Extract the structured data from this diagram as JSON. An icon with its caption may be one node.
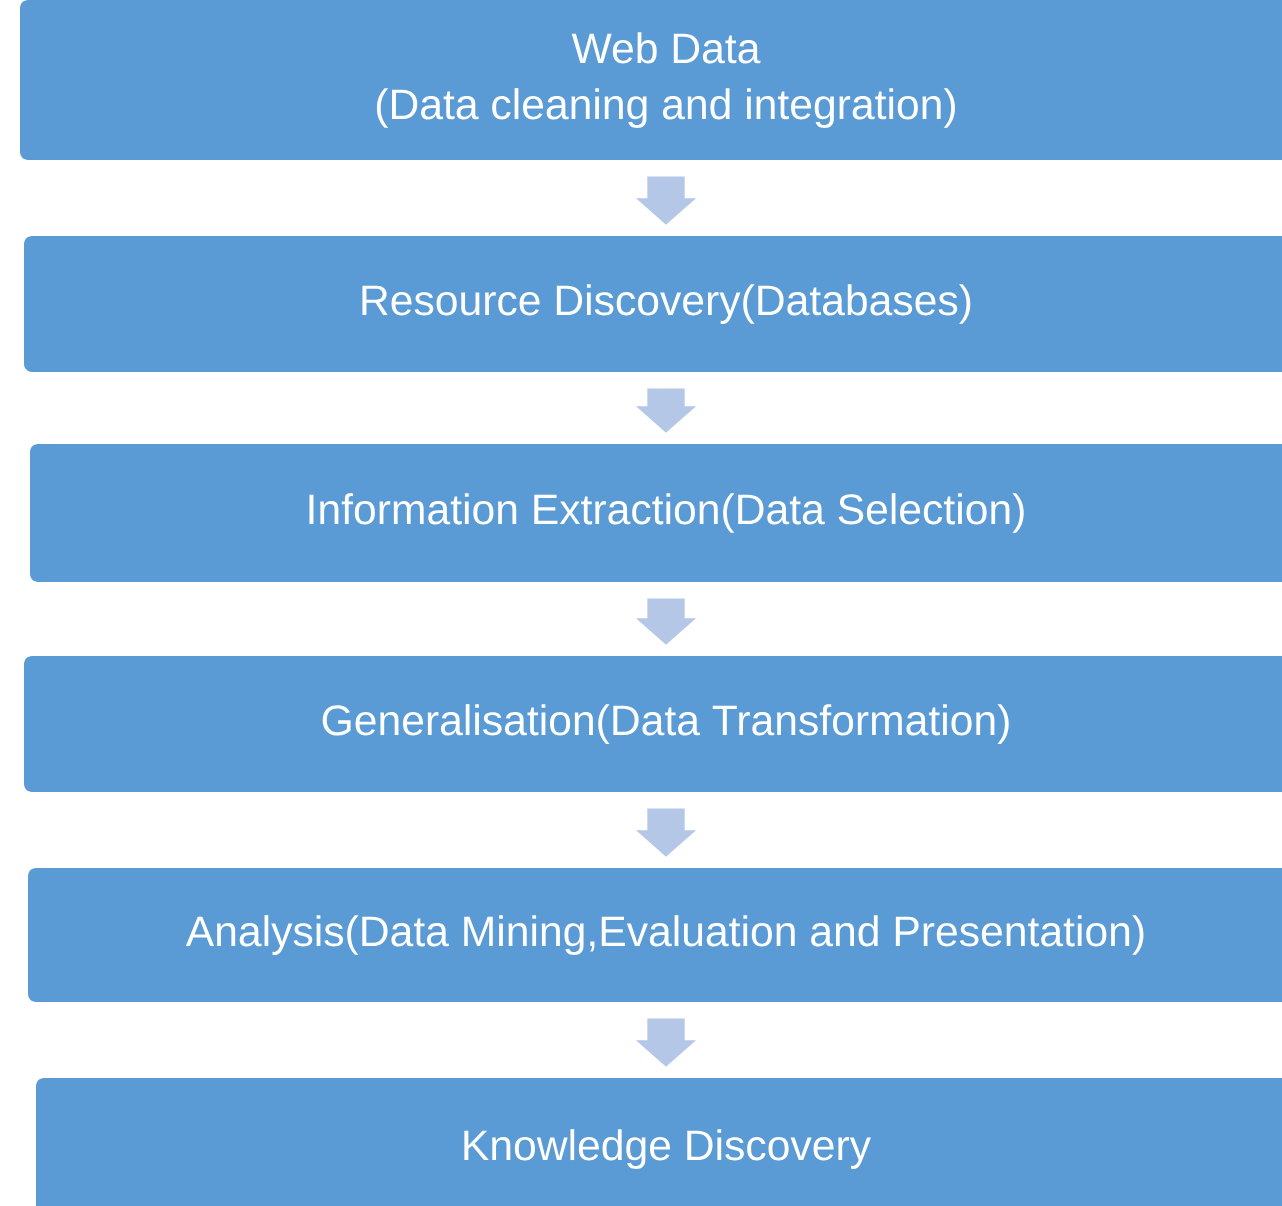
{
  "diagram": {
    "nodes": [
      {
        "text": [
          "Web Data",
          "(Data cleaning and integration)"
        ]
      },
      {
        "text": [
          "Resource Discovery(Databases)"
        ]
      },
      {
        "text": [
          "Information Extraction(Data Selection)"
        ]
      },
      {
        "text": [
          "Generalisation(Data Transformation)"
        ]
      },
      {
        "text": [
          "Analysis(Data Mining,Evaluation and Presentation)"
        ]
      },
      {
        "text": [
          "Knowledge Discovery"
        ]
      }
    ],
    "edges": [
      {
        "from": 0,
        "to": 1,
        "arrow": "to"
      },
      {
        "from": 1,
        "to": 2,
        "arrow": "to"
      },
      {
        "from": 2,
        "to": 3,
        "arrow": "to"
      },
      {
        "from": 3,
        "to": 4,
        "arrow": "to"
      },
      {
        "from": 4,
        "to": 5,
        "arrow": "to"
      }
    ]
  }
}
